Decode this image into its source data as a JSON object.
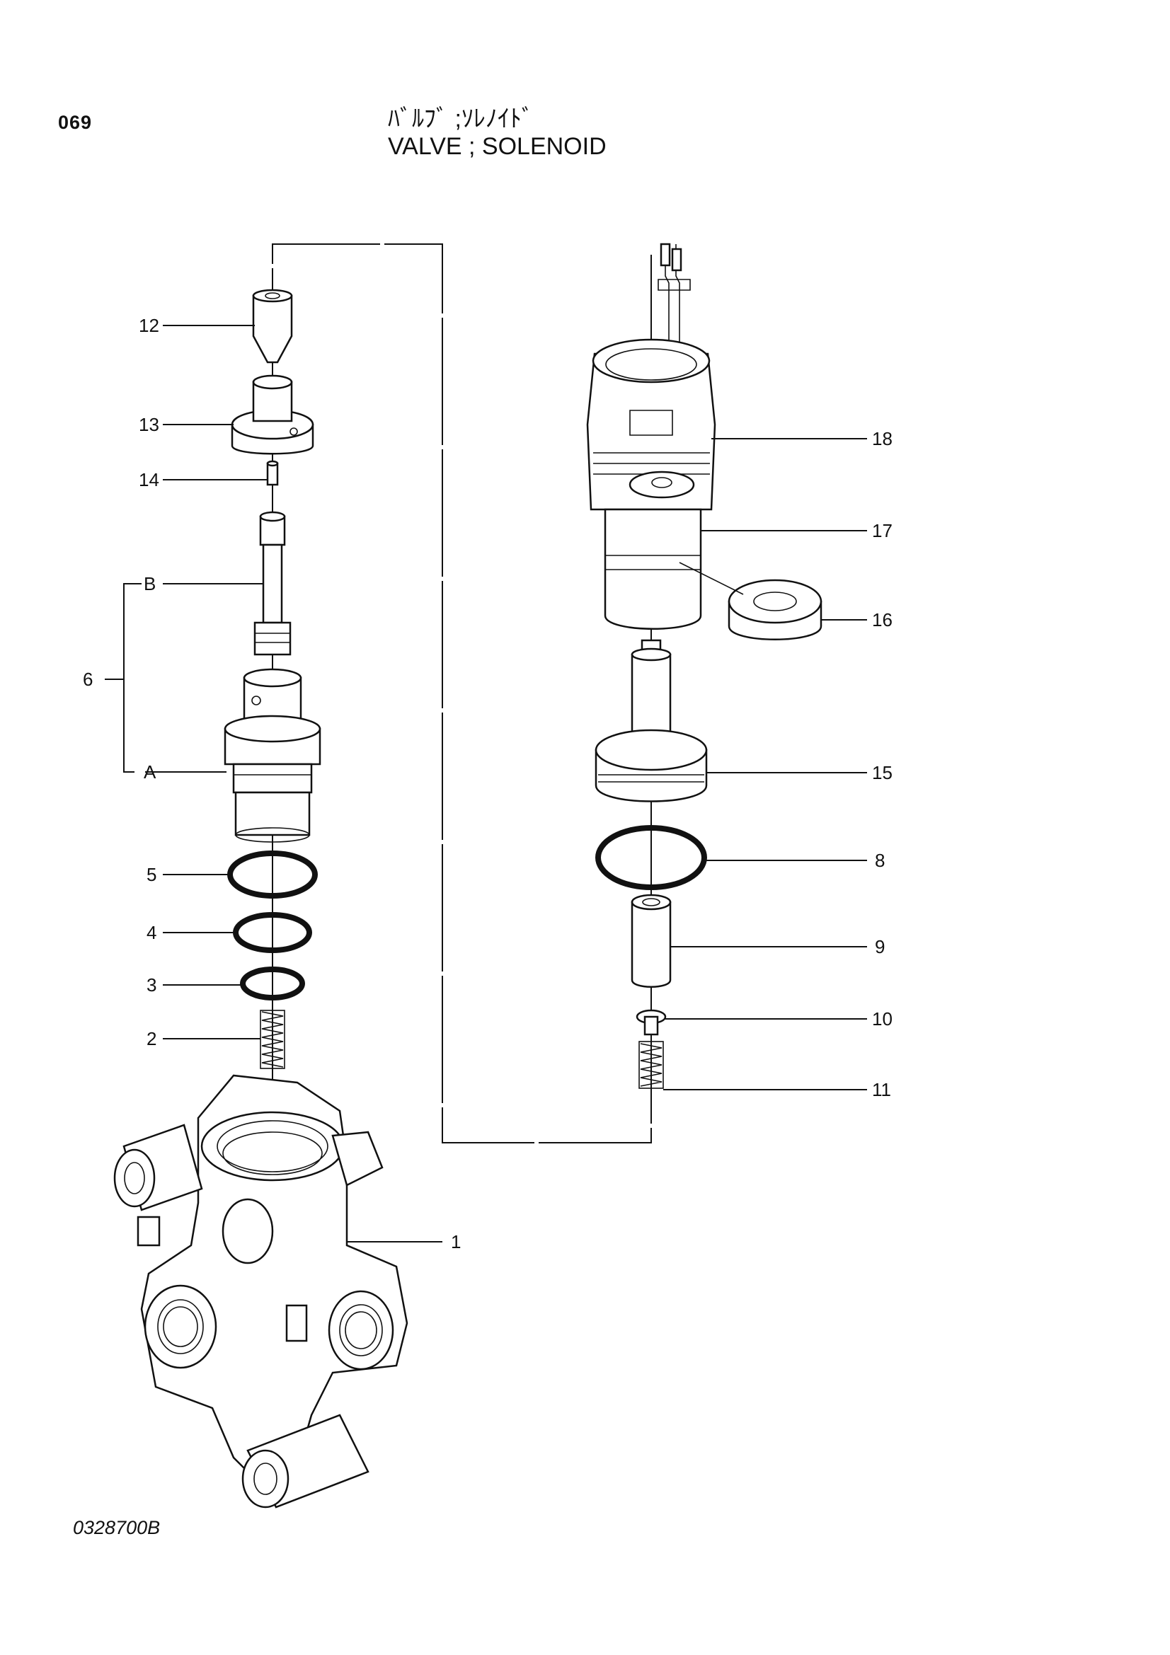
{
  "header": {
    "page_number": "069",
    "title_japanese": "ﾊﾞﾙﾌﾞ ;ｿﾚﾉｲﾄﾞ",
    "title_english": "VALVE ; SOLENOID"
  },
  "footer": {
    "drawing_code": "0328700B"
  },
  "callouts": {
    "c1": "1",
    "c2": "2",
    "c3": "3",
    "c4": "4",
    "c5": "5",
    "c6": "6",
    "cA": "A",
    "cB": "B",
    "c8": "8",
    "c9": "9",
    "c10": "10",
    "c11": "11",
    "c12": "12",
    "c13": "13",
    "c14": "14",
    "c15": "15",
    "c16": "16",
    "c17": "17",
    "c18": "18"
  }
}
